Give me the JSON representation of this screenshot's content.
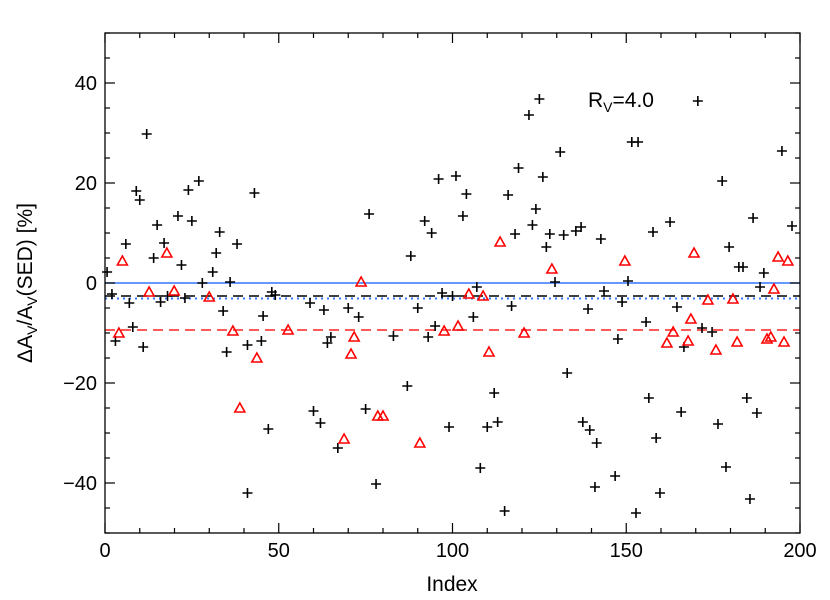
{
  "chart_data": {
    "type": "scatter",
    "title": "",
    "xlabel": "Index",
    "ylabel": "ΔAV/AV(SED) [%]",
    "ylabel_parts": {
      "delta": "Δ",
      "a1": "A",
      "sub1": "V",
      "slash": "/A",
      "sub2": "V",
      "rest": "(SED) [%]"
    },
    "xlim": [
      0,
      200
    ],
    "ylim": [
      -50,
      50
    ],
    "xticks": [
      0,
      50,
      100,
      150,
      200
    ],
    "xtick_labels": [
      "0",
      "50",
      "100",
      "150",
      "200"
    ],
    "yticks": [
      -40,
      -20,
      0,
      20,
      40
    ],
    "ytick_labels": [
      "−40",
      "−20",
      "0",
      "20",
      "40"
    ],
    "grid": false,
    "annotation": {
      "main": "R",
      "sub": "V",
      "rest": "=4.0"
    },
    "colors": {
      "cross": "#000000",
      "triangle": "#ff0000",
      "zero_line": "#3377ff",
      "mean_dashed": "#000000",
      "dotted": "#3377ff",
      "red_dashed": "#ff2222"
    },
    "reference_lines": [
      {
        "style": "solid",
        "color": "#3377ff",
        "y": 0
      },
      {
        "style": "dashed",
        "color": "#000000",
        "y": -2.6
      },
      {
        "style": "dotted",
        "color": "#3377ff",
        "y": -3.1
      },
      {
        "style": "dashed",
        "color": "#ff2222",
        "y": -9.4
      }
    ],
    "series": [
      {
        "marker": "plus",
        "color": "#000000",
        "points": [
          [
            0.6,
            2.2
          ],
          [
            2,
            -2.2
          ],
          [
            3,
            -11.6
          ],
          [
            6,
            7.8
          ],
          [
            7,
            -4
          ],
          [
            8,
            -8.8
          ],
          [
            9,
            18.4
          ],
          [
            10,
            16.6
          ],
          [
            11,
            -12.8
          ],
          [
            12,
            29.8
          ],
          [
            14,
            5
          ],
          [
            15,
            11.6
          ],
          [
            16,
            -3.8
          ],
          [
            17,
            8
          ],
          [
            18,
            -2.6
          ],
          [
            21,
            13.4
          ],
          [
            22,
            3.6
          ],
          [
            23,
            -3
          ],
          [
            24,
            18.6
          ],
          [
            25,
            12.4
          ],
          [
            27,
            20.4
          ],
          [
            28,
            0
          ],
          [
            31,
            2.2
          ],
          [
            32,
            6
          ],
          [
            33,
            10.2
          ],
          [
            34,
            -5.6
          ],
          [
            35,
            -13.8
          ],
          [
            36,
            0.2
          ],
          [
            38,
            7.8
          ],
          [
            41,
            -12.4
          ],
          [
            41,
            -42
          ],
          [
            43,
            18
          ],
          [
            45,
            -11.6
          ],
          [
            45.5,
            -6.6
          ],
          [
            47,
            -29.2
          ],
          [
            48,
            -1.8
          ],
          [
            49,
            -2.4
          ],
          [
            59,
            -4
          ],
          [
            60,
            -25.6
          ],
          [
            62,
            -28
          ],
          [
            63,
            -5.4
          ],
          [
            64,
            -12
          ],
          [
            65,
            -10.8
          ],
          [
            67,
            -33
          ],
          [
            70,
            -5
          ],
          [
            73,
            -6.8
          ],
          [
            75,
            -25.2
          ],
          [
            76,
            13.8
          ],
          [
            78,
            -40.2
          ],
          [
            83,
            -10.6
          ],
          [
            87,
            -20.6
          ],
          [
            88,
            5.4
          ],
          [
            90,
            -5
          ],
          [
            92,
            12.4
          ],
          [
            93,
            -10.8
          ],
          [
            94,
            10
          ],
          [
            95,
            -8.6
          ],
          [
            96,
            20.8
          ],
          [
            97,
            -2
          ],
          [
            99,
            -28.8
          ],
          [
            100,
            -2.6
          ],
          [
            101,
            21.4
          ],
          [
            103,
            13.4
          ],
          [
            104,
            17.8
          ],
          [
            106,
            -6.8
          ],
          [
            107,
            -0.8
          ],
          [
            108,
            -37
          ],
          [
            110,
            -28.8
          ],
          [
            112,
            -22
          ],
          [
            113,
            -27.8
          ],
          [
            115,
            -45.6
          ],
          [
            116,
            17.6
          ],
          [
            117,
            -4.6
          ],
          [
            118,
            9.8
          ],
          [
            119,
            23
          ],
          [
            122,
            33.6
          ],
          [
            123,
            11.6
          ],
          [
            124,
            14.8
          ],
          [
            125,
            36.8
          ],
          [
            126,
            21.2
          ],
          [
            127,
            7.2
          ],
          [
            128,
            9.8
          ],
          [
            129.5,
            0.2
          ],
          [
            131,
            26.2
          ],
          [
            132,
            9.6
          ],
          [
            133,
            -18
          ],
          [
            135.5,
            10.4
          ],
          [
            137,
            11.2
          ],
          [
            137.5,
            -27.8
          ],
          [
            139,
            -5.2
          ],
          [
            139.5,
            -29.4
          ],
          [
            141,
            -40.8
          ],
          [
            141.5,
            -32
          ],
          [
            142.7,
            8.8
          ],
          [
            143.6,
            -1.6
          ],
          [
            146.8,
            -38.6
          ],
          [
            147.6,
            -11.2
          ],
          [
            148.8,
            -3.8
          ],
          [
            150.5,
            0.4
          ],
          [
            151.6,
            28.2
          ],
          [
            153.4,
            28.2
          ],
          [
            152.8,
            -46
          ],
          [
            155.7,
            -7.8
          ],
          [
            156.5,
            -23
          ],
          [
            157.7,
            10.2
          ],
          [
            158.6,
            -31
          ],
          [
            159.7,
            -42
          ],
          [
            162.6,
            12.2
          ],
          [
            164.6,
            -4.8
          ],
          [
            165.8,
            -25.8
          ],
          [
            166.6,
            -12.8
          ],
          [
            170.6,
            36.4
          ],
          [
            171.8,
            -9
          ],
          [
            174.7,
            -9.8
          ],
          [
            176.4,
            -28.2
          ],
          [
            177.6,
            20.4
          ],
          [
            178.7,
            -36.8
          ],
          [
            179.6,
            7.2
          ],
          [
            182.4,
            3.2
          ],
          [
            183.6,
            3.2
          ],
          [
            184.7,
            -23
          ],
          [
            185.6,
            -43.2
          ],
          [
            186.5,
            13
          ],
          [
            187.6,
            -26
          ],
          [
            188.5,
            -0.8
          ],
          [
            189.6,
            2
          ],
          [
            194.8,
            26.4
          ],
          [
            197.7,
            11.4
          ]
        ]
      },
      {
        "marker": "triangle",
        "color": "#ff0000",
        "points": [
          [
            4,
            -10
          ],
          [
            5,
            4.4
          ],
          [
            12.7,
            -1.8
          ],
          [
            17.8,
            6
          ],
          [
            19.9,
            -1.6
          ],
          [
            30,
            -2.8
          ],
          [
            36.8,
            -9.6
          ],
          [
            38.8,
            -25
          ],
          [
            43.7,
            -15
          ],
          [
            52.7,
            -9.4
          ],
          [
            68.8,
            -31.2
          ],
          [
            70.8,
            -14.2
          ],
          [
            71.7,
            -10.8
          ],
          [
            73.7,
            0.2
          ],
          [
            78.5,
            -26.6
          ],
          [
            80,
            -26.6
          ],
          [
            90.6,
            -32
          ],
          [
            97.6,
            -9.6
          ],
          [
            101.6,
            -8.6
          ],
          [
            104.7,
            -2.2
          ],
          [
            108.8,
            -2.6
          ],
          [
            110.5,
            -13.8
          ],
          [
            113.7,
            8.2
          ],
          [
            120.6,
            -10
          ],
          [
            128.6,
            2.8
          ],
          [
            149.6,
            4.4
          ],
          [
            161.7,
            -12
          ],
          [
            163.5,
            -9.8
          ],
          [
            167.8,
            -11.6
          ],
          [
            168.6,
            -7.2
          ],
          [
            169.5,
            6
          ],
          [
            173.5,
            -3.4
          ],
          [
            175.8,
            -13.4
          ],
          [
            180.7,
            -3.2
          ],
          [
            181.9,
            -11.8
          ],
          [
            190.5,
            -11.2
          ],
          [
            191.6,
            -10.8
          ],
          [
            192.5,
            -1.2
          ],
          [
            193.7,
            5.2
          ],
          [
            195.4,
            -11.8
          ],
          [
            196.5,
            4.4
          ]
        ]
      }
    ]
  }
}
